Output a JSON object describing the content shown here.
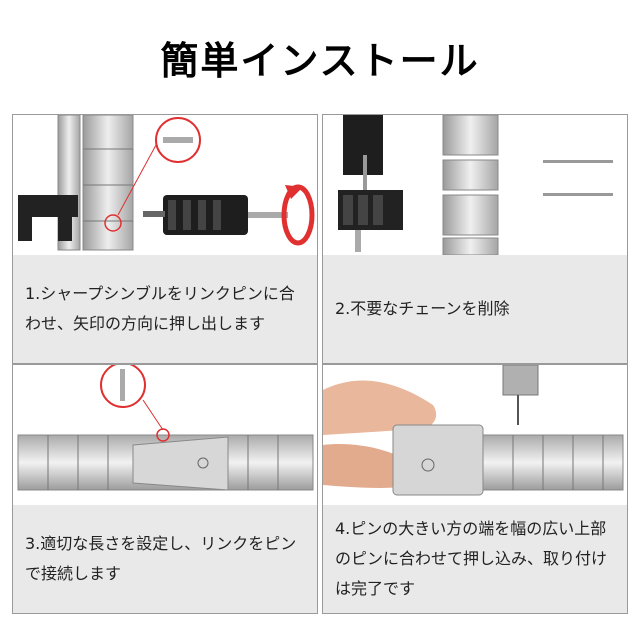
{
  "title": "簡単インストール",
  "steps": [
    {
      "caption": "1.シャープシンブルをリンクピンに合わせ、矢印の方向に押し出します"
    },
    {
      "caption": "2.不要なチェーンを削除"
    },
    {
      "caption": "3.適切な長さを設定し、リンクをピンで接続します"
    },
    {
      "caption": "4.ピンの大きい方の端を幅の広い上部のピンに合わせて押し込み、取り付けは完了です"
    }
  ],
  "colors": {
    "accent": "#e03030",
    "caption_bg": "#e9e9e9",
    "border": "#9a9a9a"
  }
}
